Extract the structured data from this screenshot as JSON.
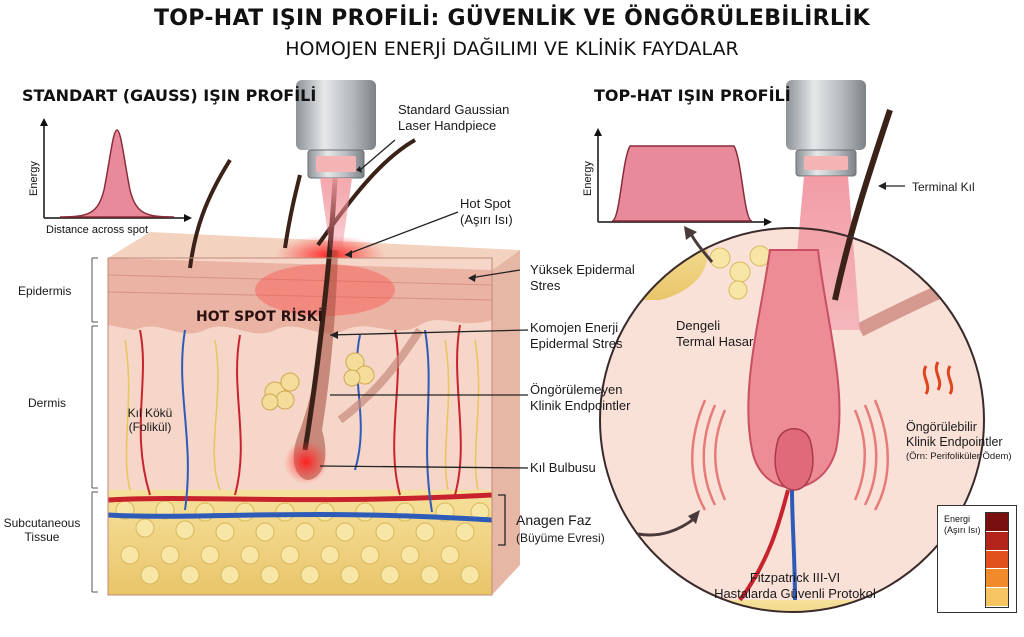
{
  "header": {
    "title": "TOP-HAT IŞIN PROFİLİ: GÜVENLİK VE ÖNGÖRÜLEBİLİRLİK",
    "subtitle": "HOMOJEN ENERJİ DAĞILIMI VE KLİNİK FAYDALAR"
  },
  "left_panel": {
    "title": "STANDART (GAUSS) IŞIN PROFİLİ",
    "graph": {
      "ylabel": "Energy",
      "xlabel": "Distance across spot"
    },
    "handpiece_label": "Standard Gaussian\nLaser Handpiece",
    "hot_spot_label": "Hot Spot\n(Aşırı Isı)",
    "hot_spot_risk": "HOT SPOT RİSKİ",
    "follicle_label": "Kıl Kökü\n(Folikül)",
    "layers": {
      "epidermis": "Epidermis",
      "dermis": "Dermis",
      "subcutaneous": "Subcutaneous\nTissue"
    },
    "callouts": {
      "epidermal_stress": "Yüksek Epidermal\nStres",
      "homogeneous": "Komojen Enerji\nEpidermal Stres",
      "unpredictable": "Öngörülemeyen\nKlinik Endpointler",
      "bulb": "Kıl Bulbusu",
      "anagen_title": "Anagen Faz",
      "anagen_sub": "(Büyüme Evresi)"
    }
  },
  "right_panel": {
    "title": "TOP-HAT IŞIN PROFİLİ",
    "graph": {
      "ylabel": "Energy"
    },
    "terminal_hair": "Terminal Kıl",
    "balanced_damage": "Dengeli\nTermal Hasar",
    "predictable_title": "Öngörülebilir\nKlinik Endpointler",
    "predictable_sub": "(Örn: Perifoliküler Ödem)",
    "safe_protocol": "Fitzpatrick III-VI\nHastalarda Güvenli Protokol",
    "legend_title": "Energi\n(Aşırı Isı)"
  },
  "colors": {
    "skin_pink": "#f1c4b5",
    "dermis": "#f6d6c8",
    "fat": "#f3d98a",
    "beam": "#e9707a",
    "artery": "#c8232c",
    "vein": "#2f5bb8",
    "hair": "#3a2219",
    "graph_fill": "#e88a99"
  },
  "legend_scale": [
    "#7a0f0f",
    "#b3251b",
    "#e0511e",
    "#f08a2a",
    "#f7c462"
  ]
}
